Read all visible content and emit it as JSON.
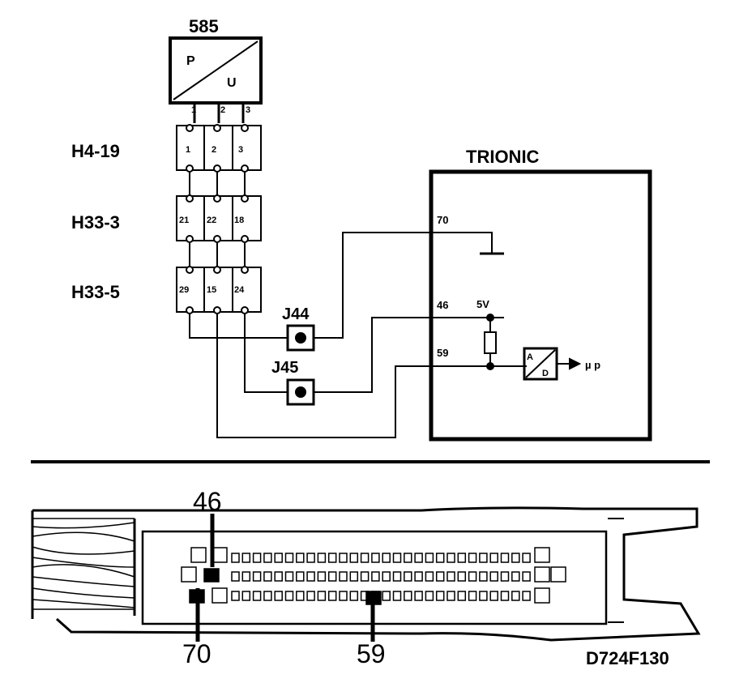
{
  "sensor": {
    "id": "585",
    "top_letter": "P",
    "bottom_letter": "U",
    "pins": [
      "1",
      "2",
      "3"
    ]
  },
  "connectors": [
    {
      "name": "H4-19",
      "pins": [
        "1",
        "2",
        "3"
      ]
    },
    {
      "name": "H33-3",
      "pins": [
        "21",
        "22",
        "18"
      ]
    },
    {
      "name": "H33-5",
      "pins": [
        "29",
        "15",
        "24"
      ]
    }
  ],
  "junctions": [
    {
      "name": "J44"
    },
    {
      "name": "J45"
    }
  ],
  "ecu": {
    "title": "TRIONIC",
    "pins": [
      "70",
      "46",
      "59"
    ],
    "supply": "5V",
    "converter": {
      "top": "A",
      "bottom": "D"
    },
    "output": "µ p"
  },
  "connector_view": {
    "pin_callouts": [
      "46",
      "70",
      "59"
    ]
  },
  "figure_code": "D724F130"
}
